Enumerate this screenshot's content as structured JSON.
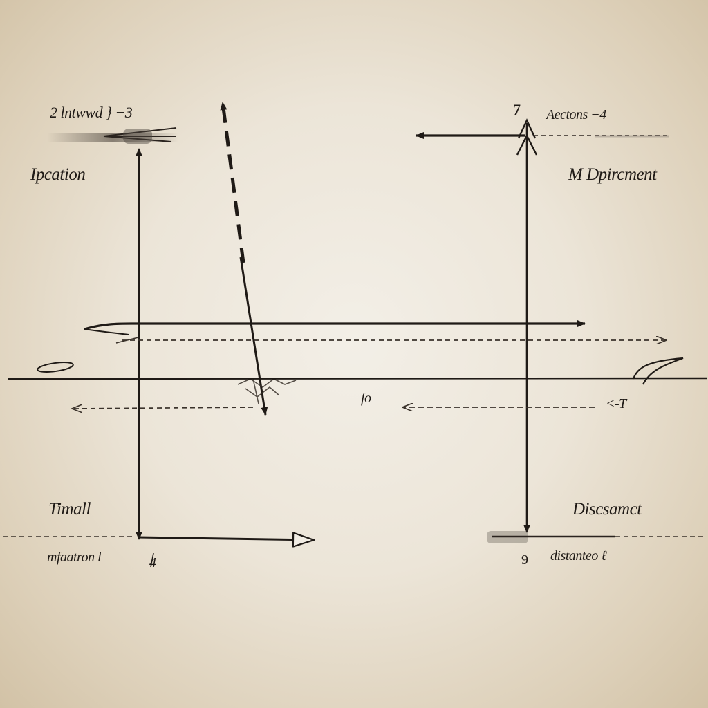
{
  "labels": {
    "top_left_formula": "2 lntwwd } −3",
    "left_upper": "Ipcation",
    "left_lower": "Timall",
    "bottom_left_note": "mfaatron l",
    "bottom_left_mark": "4",
    "top_right_number": "7",
    "top_right_note": "Aectons −4",
    "right_upper": "M Dpircment",
    "right_lower": "Discsamct",
    "bottom_right_number": "9",
    "bottom_right_note": "distanteo ℓ",
    "left_small_mark": "o",
    "center_mark": "ſo",
    "right_dash_label": "<-T"
  }
}
